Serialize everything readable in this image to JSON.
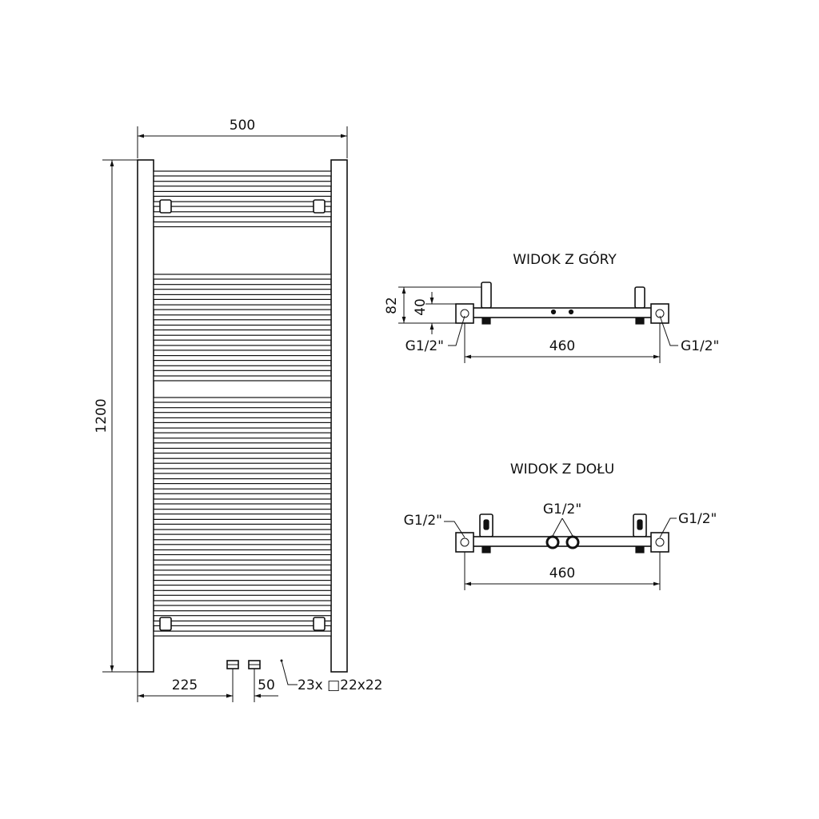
{
  "front_view": {
    "width_label": "500",
    "height_label": "1200",
    "offset_label": "225",
    "spacing_label": "50",
    "tube_note": "23x □22x22"
  },
  "top_view": {
    "title": "WIDOK Z GÓRY",
    "depth_outer_label": "82",
    "depth_inner_label": "40",
    "left_connection_label": "G1/2\"",
    "right_connection_label": "G1/2\"",
    "centers_label": "460"
  },
  "bottom_view": {
    "title": "WIDOK Z DOŁU",
    "left_connection_label": "G1/2\"",
    "middle_connection_label": "G1/2\"",
    "right_connection_label": "G1/2\"",
    "centers_label": "460"
  },
  "colors": {
    "line": "#111111",
    "background": "#ffffff"
  }
}
